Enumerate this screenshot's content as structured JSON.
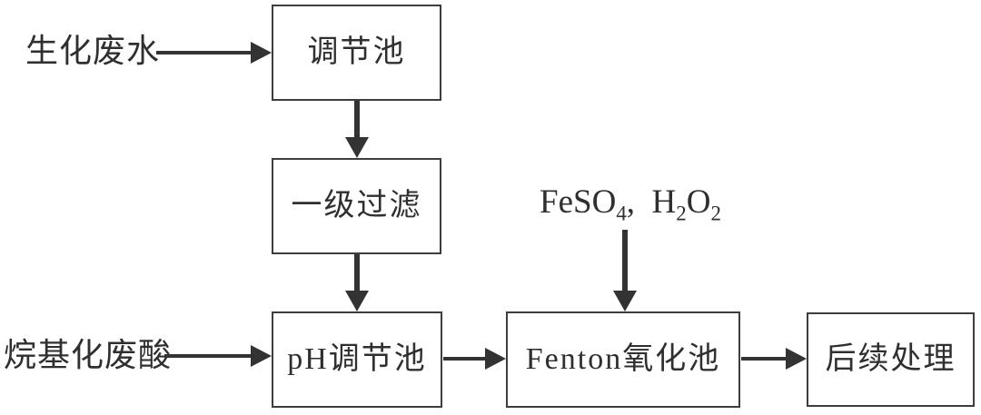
{
  "diagram": {
    "type": "process-flowchart",
    "colors": {
      "ink": "#333333",
      "border": "#3d3d3d",
      "background": "#ffffff"
    },
    "nodes": {
      "adjust_tank": "调节池",
      "primary_filter": "一级过滤",
      "ph_tank": "pH调节池",
      "fenton_tank": "Fenton氧化池",
      "post_treatment": "后续处理"
    },
    "inputs": {
      "biochem_wastewater": "生化废水",
      "alkylation_waste_acid": "烷基化废酸",
      "reagents": {
        "p1": "FeSO",
        "s1": "4",
        "p2": ",  H",
        "s2": "2",
        "p3": "O",
        "s3": "2"
      }
    },
    "edges": [
      {
        "from": "生化废水",
        "to": "调节池"
      },
      {
        "from": "调节池",
        "to": "一级过滤"
      },
      {
        "from": "一级过滤",
        "to": "pH调节池"
      },
      {
        "from": "烷基化废酸",
        "to": "pH调节池"
      },
      {
        "from": "FeSO4, H2O2",
        "to": "Fenton氧化池"
      },
      {
        "from": "pH调节池",
        "to": "Fenton氧化池"
      },
      {
        "from": "Fenton氧化池",
        "to": "后续处理"
      }
    ]
  }
}
